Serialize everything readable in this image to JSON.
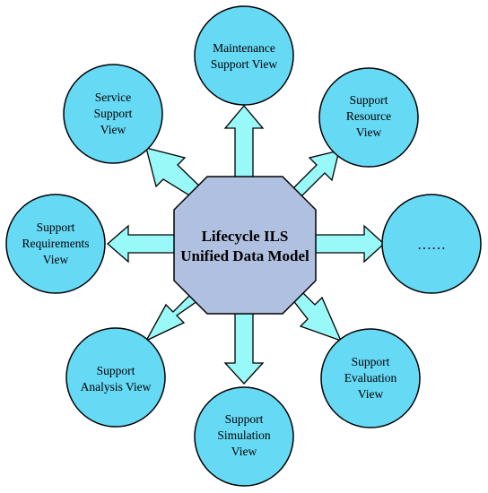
{
  "colors": {
    "view_fill": "#66D9F5",
    "view_stroke": "#000000",
    "arrow_fill": "#99F8F8",
    "arrow_stroke": "#000000",
    "center_fill": "#B0C0E0",
    "center_stroke": "#000000"
  },
  "center": {
    "line1": "Lifecycle ILS",
    "line2": "Unified Data Model"
  },
  "views": {
    "maintenance": {
      "line1": "Maintenance",
      "line2": "Support View"
    },
    "resource": {
      "line1": "Support",
      "line2": "Resource",
      "line3": "View"
    },
    "more": {
      "line1": "……"
    },
    "evaluation": {
      "line1": "Support",
      "line2": "Evaluation",
      "line3": "View"
    },
    "simulation": {
      "line1": "Support",
      "line2": "Simulation",
      "line3": "View"
    },
    "analysis": {
      "line1": "Support",
      "line2": "Analysis View"
    },
    "requirements": {
      "line1": "Support",
      "line2": "Requirements",
      "line3": "View"
    },
    "service": {
      "line1": "Service",
      "line2": "Support",
      "line3": "View"
    }
  }
}
